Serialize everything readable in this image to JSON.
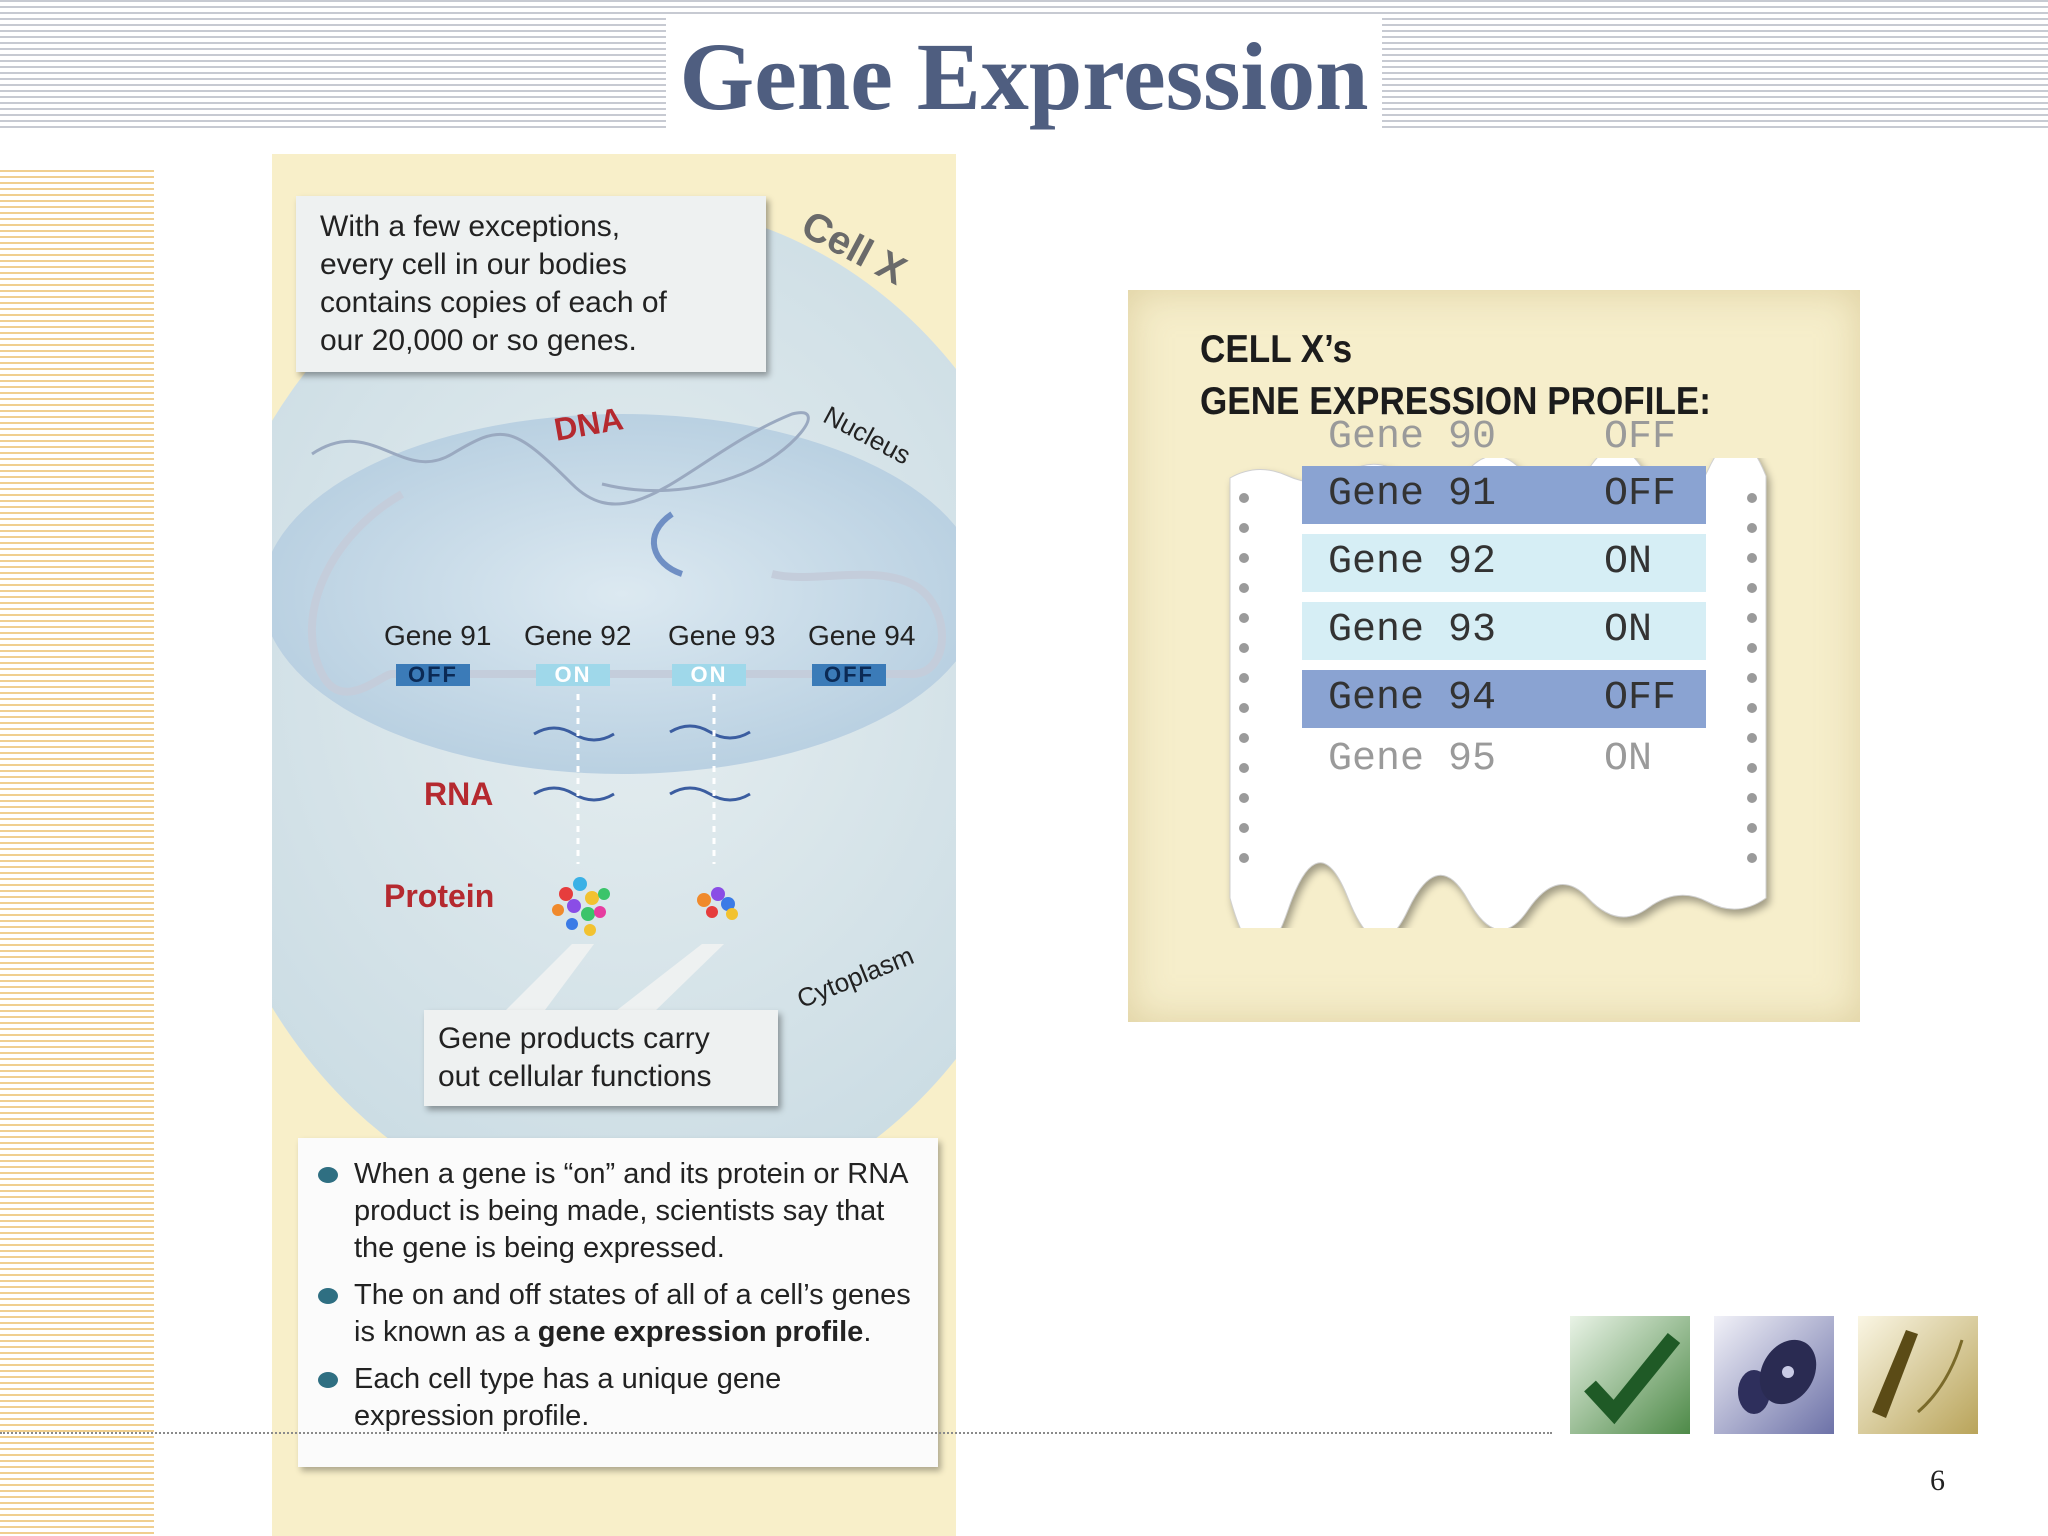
{
  "slide": {
    "title": "Gene Expression",
    "page_number": "6"
  },
  "figure": {
    "cell_label": "Cell X",
    "nucleus_label": "Nucleus",
    "dna_label": "DNA",
    "cytoplasm_label": "Cytoplasm",
    "rna_label": "RNA",
    "protein_label": "Protein",
    "intro_callout": [
      "With a few exceptions,",
      "every cell in our bodies",
      "contains copies of each of",
      "our 20,000 or so genes."
    ],
    "products_callout": [
      "Gene products carry",
      "out cellular functions"
    ],
    "genes": [
      {
        "name": "Gene 91",
        "state": "OFF"
      },
      {
        "name": "Gene 92",
        "state": "ON"
      },
      {
        "name": "Gene 93",
        "state": "ON"
      },
      {
        "name": "Gene 94",
        "state": "OFF"
      }
    ],
    "bullets": [
      {
        "text": "When a gene is “on” and its protein or RNA product is being made, scientists say that the gene is being expressed.",
        "bold": ""
      },
      {
        "text_before": "The on and off states of all of a cell’s genes is known as a ",
        "bold": "gene expression profile",
        "text_after": "."
      },
      {
        "text": "Each cell type has a unique gene expression profile.",
        "bold": ""
      }
    ]
  },
  "profile": {
    "title_line1": "CELL X’s",
    "title_line2": "GENE EXPRESSION PROFILE:",
    "rows": [
      {
        "gene": "Gene 90",
        "state": "OFF",
        "style": "faded"
      },
      {
        "gene": "Gene 91",
        "state": "OFF",
        "style": "off"
      },
      {
        "gene": "Gene 92",
        "state": "ON",
        "style": "on"
      },
      {
        "gene": "Gene 93",
        "state": "ON",
        "style": "on"
      },
      {
        "gene": "Gene 94",
        "state": "OFF",
        "style": "off"
      },
      {
        "gene": "Gene 95",
        "state": "ON",
        "style": "faded"
      }
    ]
  },
  "nav_icons": [
    "green-check-icon",
    "disc-icon",
    "pen-icon"
  ],
  "colors": {
    "title": "#4f5e80",
    "off_row": "#8aa3d2",
    "on_row": "#d6eef5",
    "label_red": "#b5292f",
    "panel_bg": "#f8efc9"
  }
}
